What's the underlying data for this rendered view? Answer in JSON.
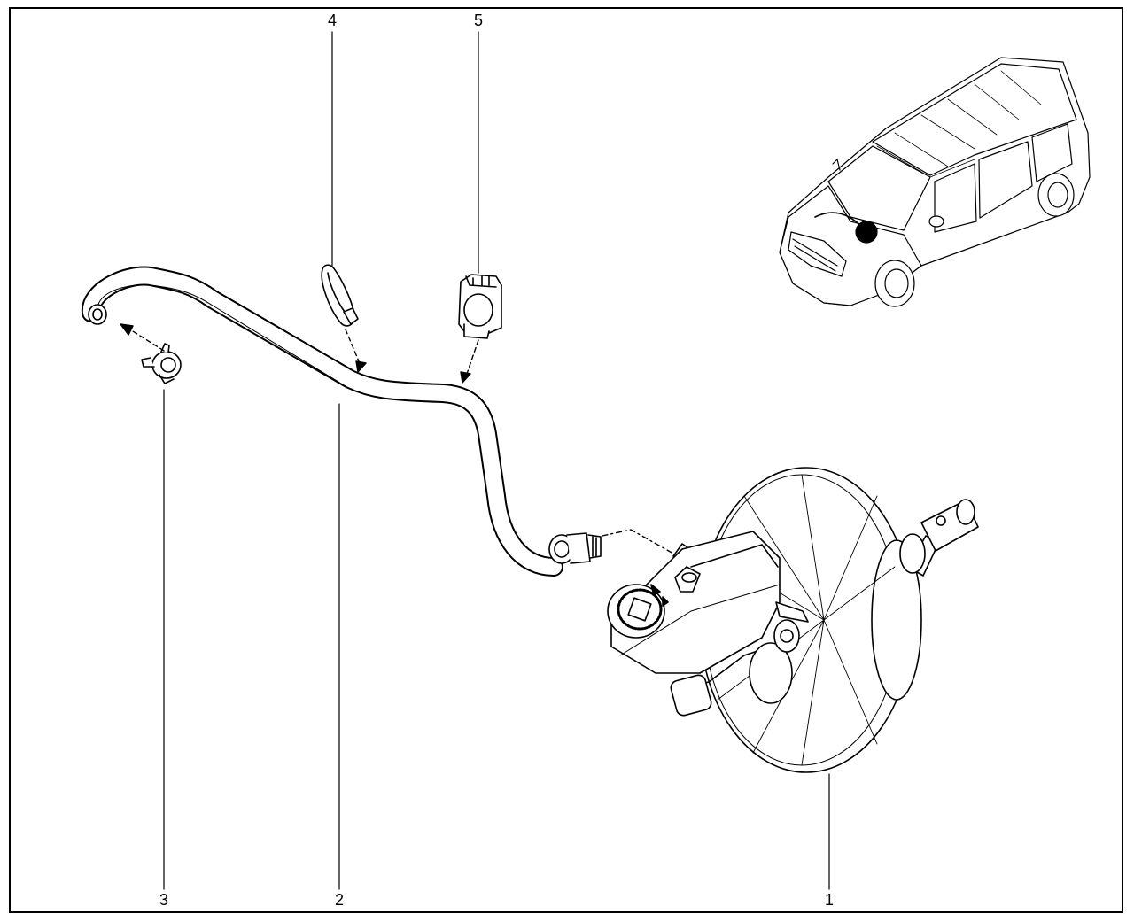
{
  "callouts": {
    "c1": "1",
    "c2": "2",
    "c3": "3",
    "c4": "4",
    "c5": "5"
  },
  "colors": {
    "line": "#000000",
    "paper": "#ffffff",
    "shade": "#d9d9d9"
  }
}
